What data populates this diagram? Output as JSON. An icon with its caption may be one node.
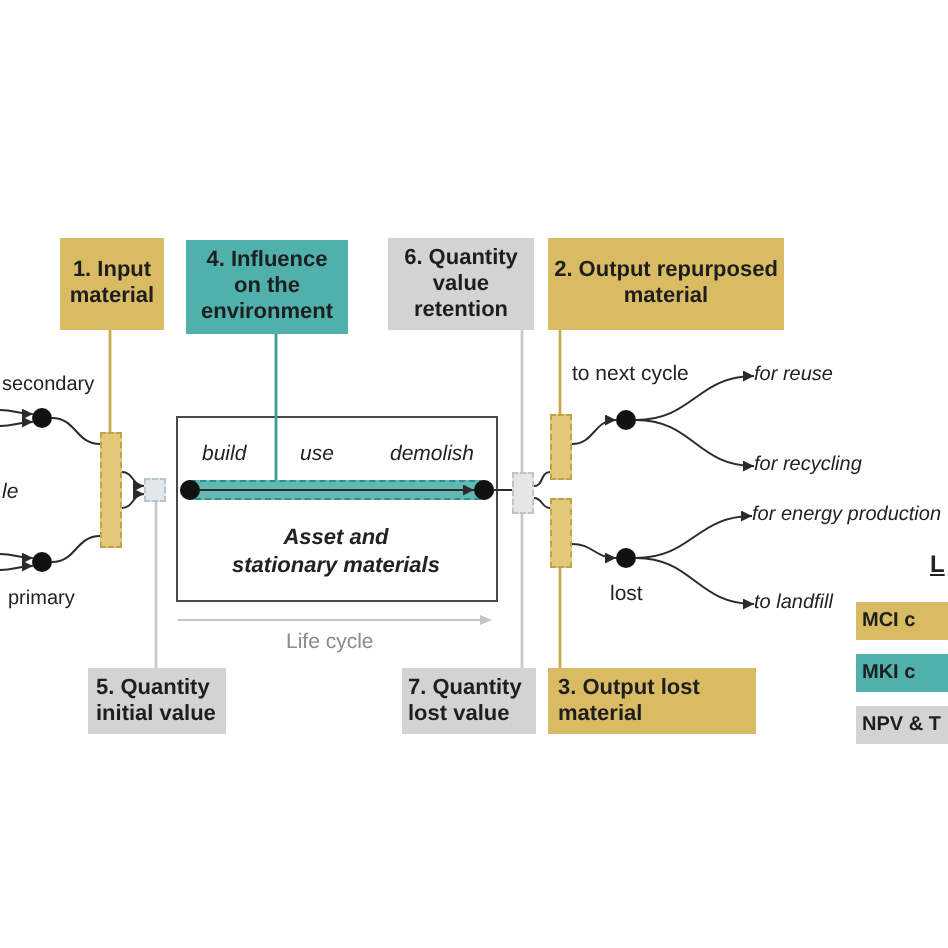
{
  "diagram": {
    "nodes": [
      {
        "text": [
          "1. Input material"
        ]
      },
      {
        "text": [
          "4. Influence on the environment"
        ]
      },
      {
        "text": [
          "6. Quantity value retention"
        ]
      },
      {
        "text": [
          "2. Output repurposed material"
        ]
      },
      {
        "text": [],
        "shape": "circle",
        "beside": [
          "secondary"
        ]
      },
      {
        "text": [],
        "shape": "circle",
        "beside": [
          "primary"
        ]
      },
      {
        "text": [],
        "shape": "box"
      },
      {
        "text": [],
        "shape": "box"
      },
      {
        "text": [
          "build",
          "use",
          "demolish",
          "Asset and stationary materials"
        ]
      },
      {
        "text": [],
        "shape": "bar",
        "in": 8
      },
      {
        "text": [],
        "shape": "circle",
        "in": 9
      },
      {
        "text": [],
        "shape": "circle",
        "in": 9
      },
      {
        "text": [],
        "shape": "box"
      },
      {
        "text": [],
        "shape": "box"
      },
      {
        "text": [],
        "shape": "box"
      },
      {
        "text": [],
        "shape": "circle",
        "beside": [
          "to next cycle"
        ]
      },
      {
        "text": [],
        "shape": "circle",
        "beside": [
          "lost"
        ]
      },
      {
        "text": [
          "for reuse"
        ]
      },
      {
        "text": [
          "for recycling"
        ]
      },
      {
        "text": [
          "for energy production"
        ]
      },
      {
        "text": [
          "to landfill"
        ]
      },
      {
        "text": [
          "5. Quantity initial value"
        ]
      },
      {
        "text": [
          "7. Quantity lost value"
        ]
      },
      {
        "text": [
          "3. Output lost material"
        ]
      }
    ],
    "edges": [
      {
        "from": null,
        "to": 4,
        "arrow": "to"
      },
      {
        "from": null,
        "to": 4,
        "arrow": "to"
      },
      {
        "from": null,
        "to": 5,
        "arrow": "to"
      },
      {
        "from": null,
        "to": 5,
        "arrow": "to"
      },
      {
        "from": 4,
        "to": 6,
        "arrow": "none"
      },
      {
        "from": 5,
        "to": 6,
        "arrow": "none"
      },
      {
        "from": 6,
        "to": 7,
        "arrow": "to"
      },
      {
        "from": 6,
        "to": 7,
        "arrow": "to"
      },
      {
        "from": 10,
        "to": 11,
        "arrow": "to"
      },
      {
        "from": 11,
        "to": 12,
        "arrow": "none"
      },
      {
        "from": 12,
        "to": 13,
        "arrow": "none"
      },
      {
        "from": 12,
        "to": 14,
        "arrow": "none"
      },
      {
        "from": 13,
        "to": 15,
        "arrow": "to"
      },
      {
        "from": 14,
        "to": 16,
        "arrow": "to"
      },
      {
        "from": 15,
        "to": 17,
        "arrow": "to"
      },
      {
        "from": 15,
        "to": 18,
        "arrow": "to"
      },
      {
        "from": 16,
        "to": 19,
        "arrow": "to"
      },
      {
        "from": 16,
        "to": 20,
        "arrow": "to"
      },
      {
        "from": 0,
        "to": 6,
        "arrow": "none",
        "color": "#c8a94e"
      },
      {
        "from": 1,
        "to": 9,
        "arrow": "none",
        "color": "#3a9c98"
      },
      {
        "from": 2,
        "to": 12,
        "arrow": "none",
        "color": "#c9c9c9"
      },
      {
        "from": 3,
        "to": 13,
        "arrow": "none",
        "color": "#c8a94e"
      },
      {
        "from": 23,
        "to": 14,
        "arrow": "none",
        "color": "#c8a94e"
      },
      {
        "from": 21,
        "to": 7,
        "arrow": "none",
        "color": "#c9c9c9"
      },
      {
        "from": 22,
        "to": 12,
        "arrow": "none",
        "color": "#c9c9c9"
      }
    ],
    "labels": [
      "le",
      "L",
      "Life cycle"
    ],
    "legend": [
      {
        "text": "MCI c",
        "color": "#d9bb63"
      },
      {
        "text": "MKI c",
        "color": "#4fb0ac"
      },
      {
        "text": "NPV & T",
        "color": "#d3d3d3"
      }
    ]
  }
}
